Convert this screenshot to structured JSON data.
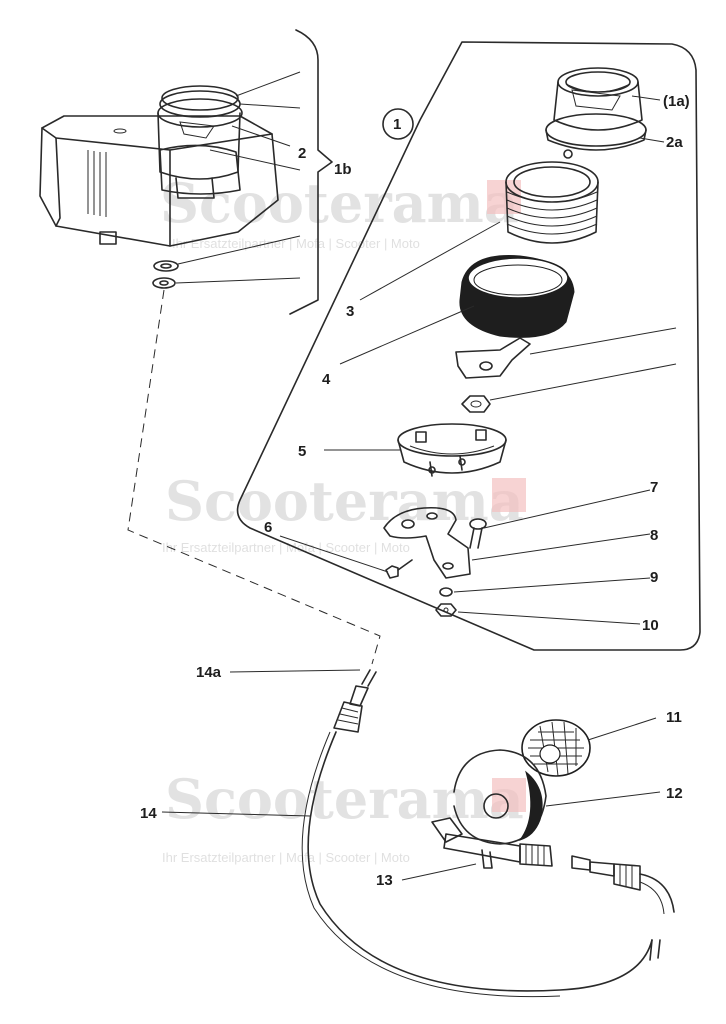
{
  "colors": {
    "ink": "#1e1e1e",
    "paper": "#ffffff",
    "watermark": "#d9d9d9",
    "watermark_accent": "#f4c0c0"
  },
  "group_marker": "1",
  "callouts": {
    "c1a": "(1a)",
    "c2a": "2a",
    "c2": "2",
    "c1b": "1b",
    "c3": "3",
    "c4": "4",
    "c5": "5",
    "c6": "6",
    "c7": "7",
    "c8": "8",
    "c9": "9",
    "c10": "10",
    "c11": "11",
    "c12": "12",
    "c13": "13",
    "c14": "14",
    "c14a": "14a"
  },
  "watermark": {
    "brand": "Scooterama",
    "tagline": "Ihr Ersatzteilpartner | Mofa | Scooter | Moto"
  }
}
